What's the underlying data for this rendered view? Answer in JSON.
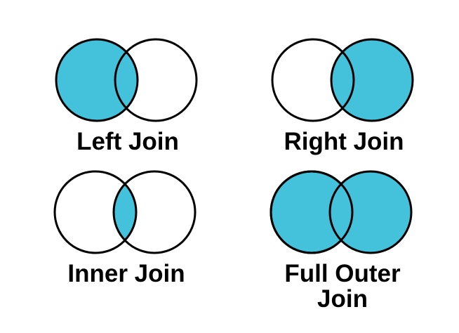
{
  "colors": {
    "background": "#FFFFFF",
    "venn_fill": "#45C2DB",
    "venn_stroke": "#000000",
    "label_text": "#000000"
  },
  "diagrams": [
    {
      "label": "Left Join",
      "shaded_region": "left circle including intersection"
    },
    {
      "label": "Right Join",
      "shaded_region": "right circle including intersection"
    },
    {
      "label": "Inner Join",
      "shaded_region": "intersection only"
    },
    {
      "label": "Full Outer Join",
      "shaded_region": "both circles (union)"
    }
  ]
}
